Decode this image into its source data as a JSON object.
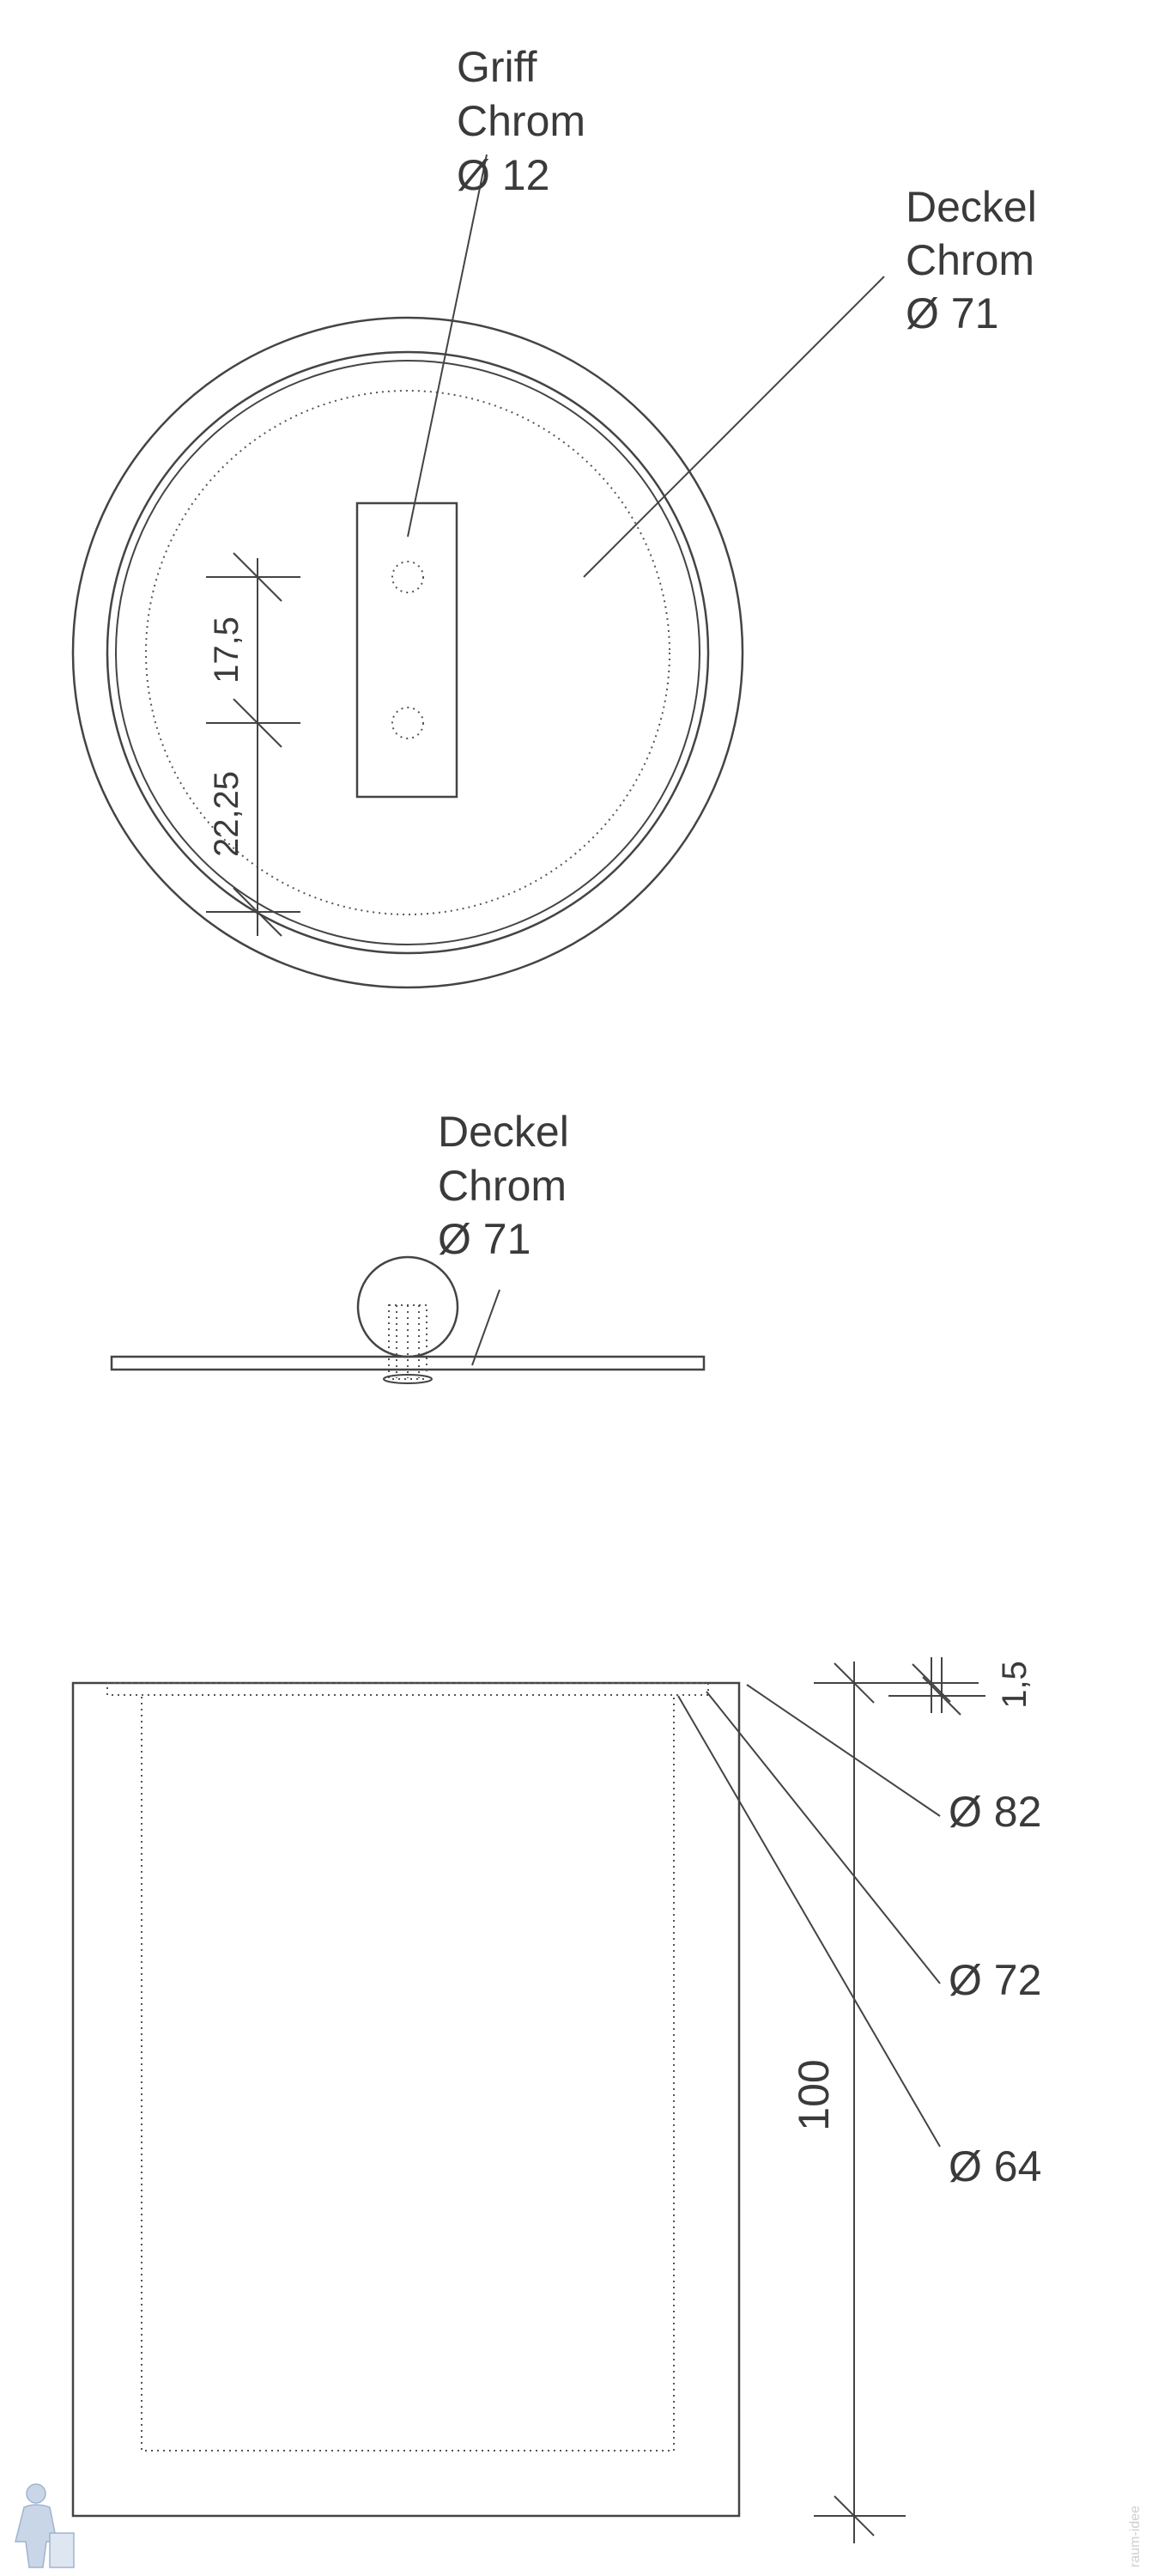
{
  "top_view": {
    "handle_label": [
      "Griff",
      "Chrom",
      "Ø 12"
    ],
    "lid_label": [
      "Deckel",
      "Chrom",
      "Ø 71"
    ],
    "dim_handle_spacing": "17,5",
    "dim_edge_offset": "22,25"
  },
  "side_view": {
    "lid_label": [
      "Deckel",
      "Chrom",
      "Ø 71"
    ]
  },
  "section_view": {
    "dim_outer": "Ø 82",
    "dim_middle": "Ø 72",
    "dim_inner": "Ø 64",
    "dim_height": "100",
    "dim_wall": "1,5"
  },
  "watermark": "raum-idee"
}
